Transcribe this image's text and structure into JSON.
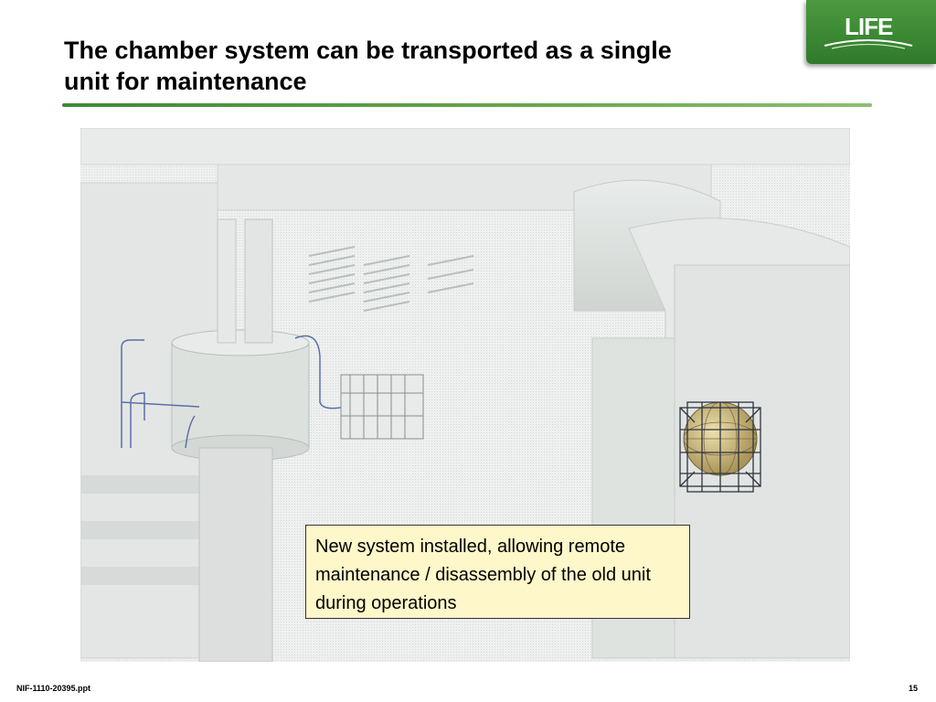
{
  "slide": {
    "title_line1": "The chamber system can be transported as a single",
    "title_line2": "unit for maintenance",
    "callout_text": "New system installed, allowing remote maintenance / disassembly of the old unit during operations",
    "footer_id": "NIF-1110-20395.ppt",
    "page_number": "15"
  },
  "logo": {
    "text": "LIFE",
    "background_color": "#3d8a37"
  },
  "colors": {
    "accent_green": "#4b9a3f",
    "callout_fill": "#fdf7c9",
    "sphere_gold": "#c9b57a"
  }
}
